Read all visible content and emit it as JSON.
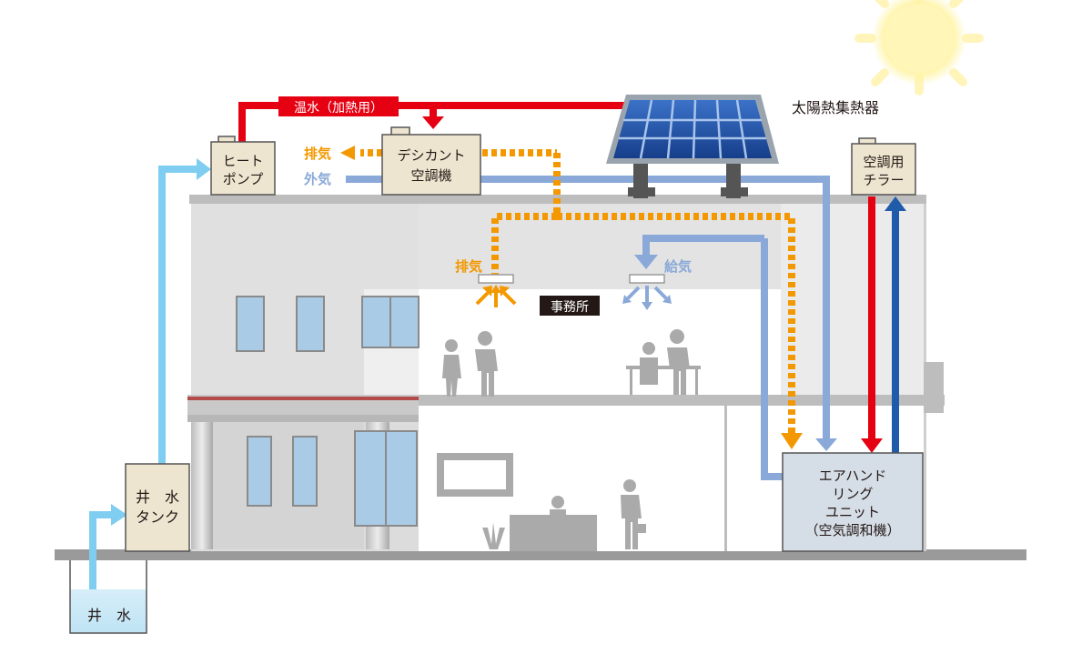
{
  "labels": {
    "solar_collector": "太陽熱集熱器",
    "hot_water": "温水（加熱用）",
    "heat_pump_line1": "ヒート",
    "heat_pump_line2": "ポンプ",
    "exhaust_top": "排気",
    "desiccant_line1": "デシカント",
    "desiccant_line2": "空調機",
    "outside_air": "外気",
    "chiller_line1": "空調用",
    "chiller_line2": "チラー",
    "exhaust_room": "排気",
    "supply_room": "給気",
    "office": "事務所",
    "ahu_line1": "エアハンド",
    "ahu_line2": "リング",
    "ahu_line3": "ユニット",
    "ahu_line4": "（空気調和機）",
    "tank_line1": "井　水",
    "tank_line2": "タンク",
    "well_water": "井　水"
  },
  "colors": {
    "hot_line": "#e50012",
    "cold_line": "#1f5ba8",
    "outside_air_line": "#8aa9d8",
    "exhaust_line": "#f39800",
    "well_water_line": "#7fcdf0",
    "equipment_box": "#eee5d0",
    "ahu_box": "#d5dde6",
    "building_wall": "#e8e8e8",
    "ground": "#999999"
  }
}
